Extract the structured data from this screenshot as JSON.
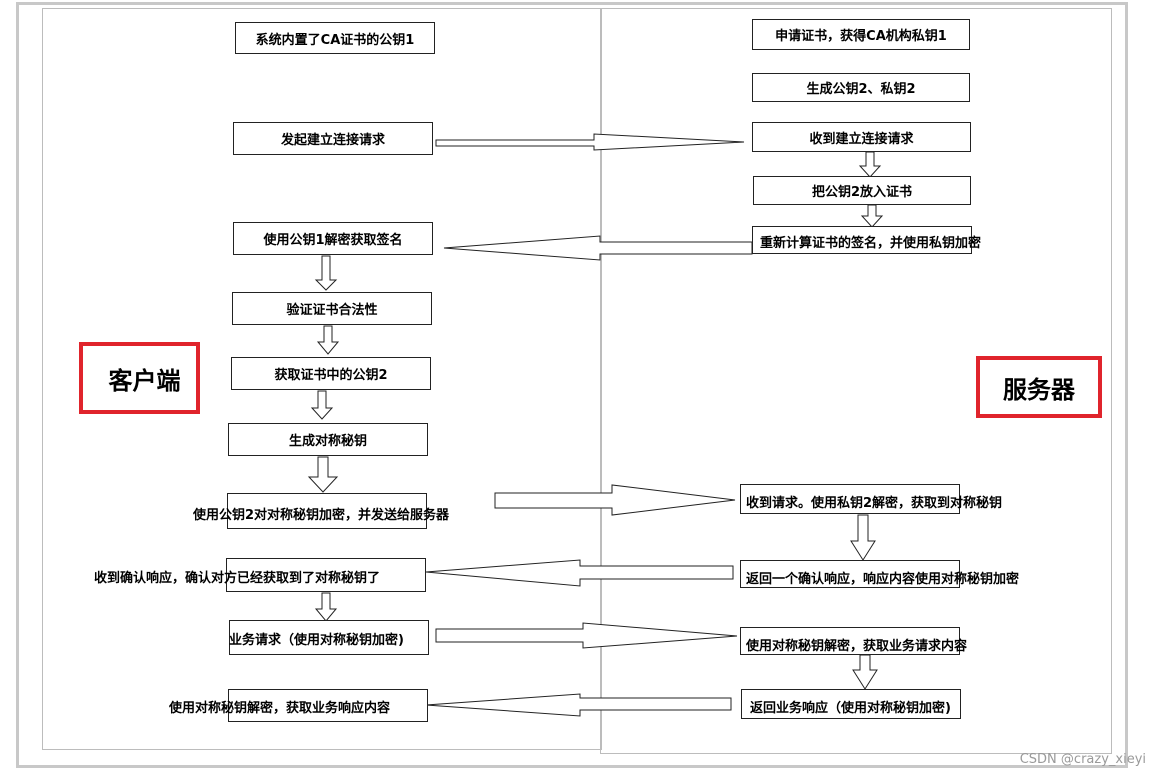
{
  "client": {
    "side_label": "客户端",
    "label_color": "#e0242c",
    "ca_key": "系统内置了CA证书的公钥1",
    "connect": "发起建立连接请求",
    "decrypt_sig": "使用公钥1解密获取签名",
    "verify": "验证证书合法性",
    "get_key2": "获取证书中的公钥2",
    "gen_sym": "生成对称秘钥",
    "encrypt_send": "使用公钥2对对称秘钥加密，并发送给服务器",
    "confirm": "收到确认响应，确认对方已经获取到了对称秘钥了",
    "biz_request": "业务请求（使用对称秘钥加密)",
    "decrypt_resp": "使用对称秘钥解密，获取业务响应内容"
  },
  "server": {
    "side_label": "服务器",
    "label_color": "#e0242c",
    "apply_cert": "申请证书，获得CA机构私钥1",
    "gen_keys": "生成公钥2、私钥2",
    "recv_connect": "收到建立连接请求",
    "put_key": "把公钥2放入证书",
    "resign": "重新计算证书的签名，并使用私钥加密",
    "recv_req": "收到请求。使用私钥2解密，获取到对称秘钥",
    "ack": "返回一个确认响应，响应内容使用对称秘钥加密",
    "decrypt_req": "使用对称秘钥解密，获取业务请求内容",
    "return_resp": "返回业务响应（使用对称秘钥加密)"
  },
  "watermark": "CSDN @crazy_xieyi"
}
